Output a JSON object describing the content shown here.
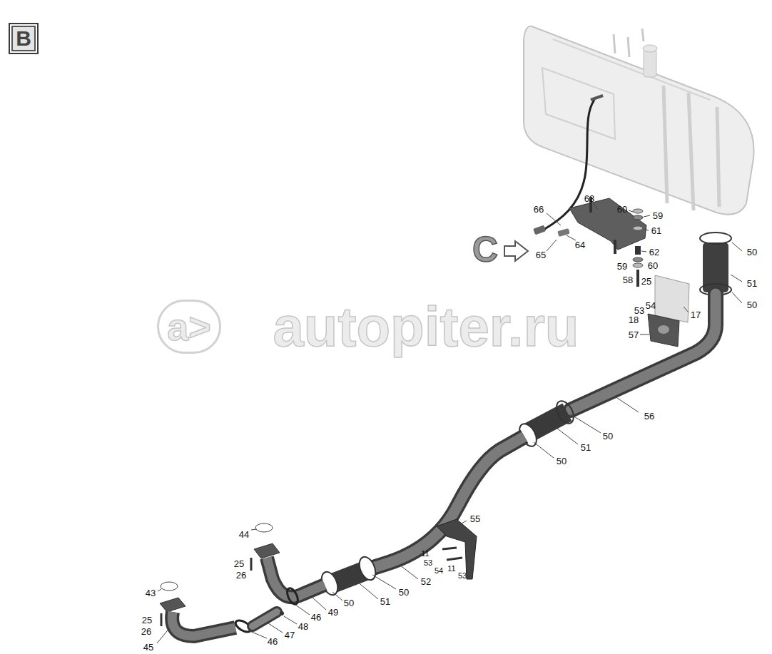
{
  "diagram": {
    "nodes": [
      {
        "text": [
          "B"
        ]
      },
      {
        "text": [
          "a>"
        ]
      }
    ],
    "labels": [
      "66",
      "63",
      "60",
      "59",
      "61",
      "C",
      "65",
      "64",
      "62",
      "59",
      "60",
      "50",
      "58",
      "25",
      "51",
      "50",
      "53",
      "54",
      "17",
      "18",
      "autopiter.ru",
      "57",
      "56",
      "50",
      "51",
      "50",
      "55",
      "44",
      "11",
      "25",
      "53",
      "54",
      "11",
      "53",
      "26",
      "52",
      "50",
      "43",
      "51",
      "50",
      "49",
      "46",
      "25",
      "48",
      "26",
      "47",
      "46",
      "45"
    ]
  }
}
